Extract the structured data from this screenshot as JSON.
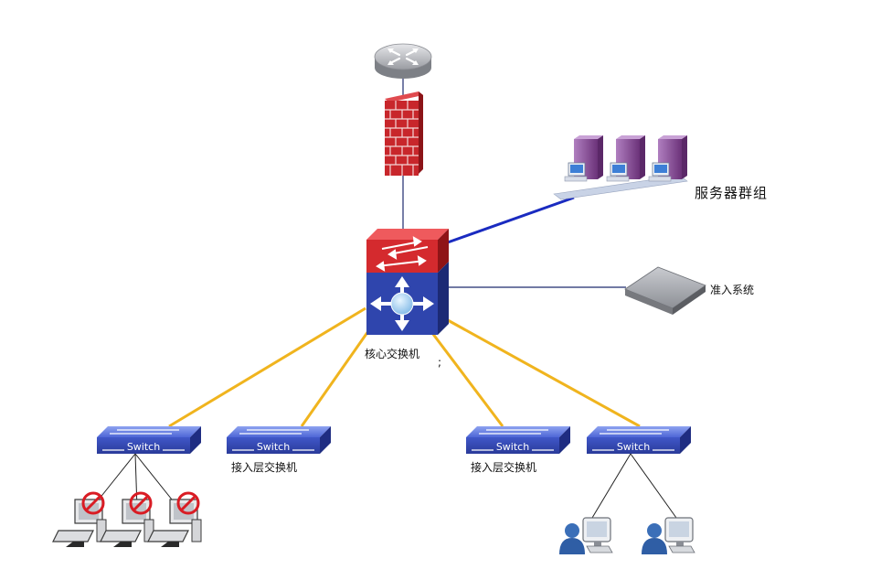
{
  "labels": {
    "server_group": "服务器群组",
    "nac_system": "准入系统",
    "core_switch": "核心交换机",
    "access_switch_left": "接入层交换机",
    "access_switch_right": "接入层交换机",
    "stray_mark": ";"
  },
  "switch_text": "Switch",
  "colors": {
    "uplink_line": "#1a2bc0",
    "access_link": "#f0b41e",
    "thin_line": "#1f2a6e",
    "firewall_red": "#c8262b",
    "core_red": "#d42a2e",
    "core_blue": "#2f45ad",
    "switch_blue": "#3b55c9",
    "server_purple": "#8b4d9b",
    "router_gray": "#a9abb0"
  },
  "icons": [
    "router-icon",
    "firewall-icon",
    "server-icon",
    "core-switch-icon",
    "nac-appliance-icon",
    "access-switch-icon",
    "workstation-blocked-icon",
    "user-pc-icon"
  ]
}
